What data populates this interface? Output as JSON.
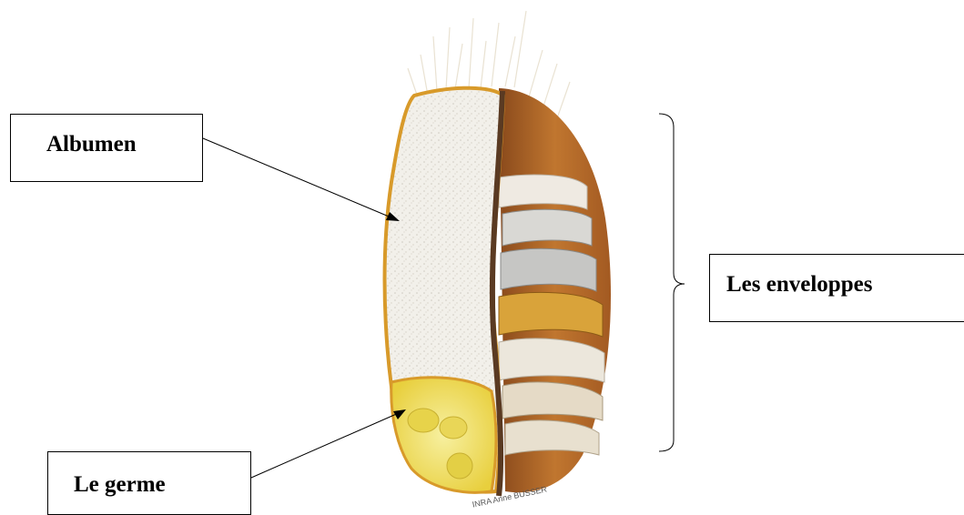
{
  "labels": {
    "albumen": "Albumen",
    "enveloppes": "Les enveloppes",
    "germe": "Le germe"
  },
  "credit": "INRA Anne BUSSER",
  "colors": {
    "endosperm": "#f1efe8",
    "bran": "#b5652a",
    "germ": "#f2e36a",
    "outline": "#d89a2a"
  }
}
